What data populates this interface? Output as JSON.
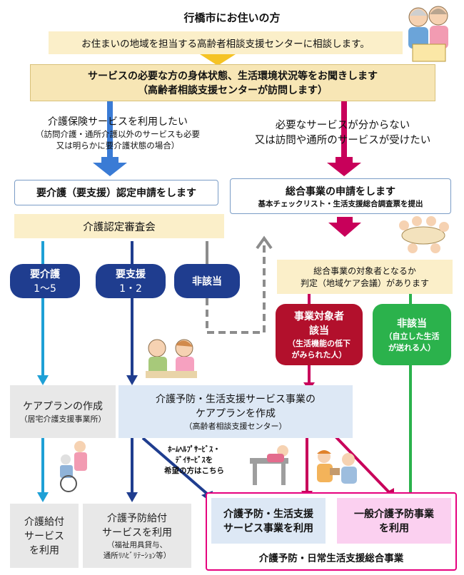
{
  "header": {
    "title": "行橋市にお住いの方",
    "consult": "お住まいの地域を担当する高齢者相談支援センターに相談します。"
  },
  "visit_box": {
    "line1": "サービスの必要な方の身体状態、生活環境状況等をお聞きします",
    "line2": "（高齢者相談支援センターが訪問します）"
  },
  "left_branch": {
    "title": "介護保険サービスを利用したい",
    "note1": "（訪問介護・通所介護以外のサービスも必要",
    "note2": "又は明らかに要介護状態の場合）"
  },
  "right_branch": {
    "line1": "必要なサービスが分からない",
    "line2": "又は訪問や通所のサービスが受けたい"
  },
  "nintei_box": {
    "label": "要介護（要支援）認定申請をします"
  },
  "shinsakai": {
    "label": "介護認定審査会"
  },
  "sougou_box": {
    "title": "総合事業の申請をします",
    "sub": "基本チェックリスト・生活支援総合調査票を提出"
  },
  "outcomes": {
    "yokaigo": {
      "line1": "要介護",
      "line2": "1～5"
    },
    "yoshien": {
      "line1": "要支援",
      "line2": "1・2"
    },
    "higaito": {
      "label": "非該当"
    }
  },
  "judge_box": {
    "line1": "総合事業の対象者となるか",
    "line2": "判定（地域ケア会議）があります"
  },
  "jigyo_taisho": {
    "line1": "事業対象者",
    "line2": "該当",
    "note1": "（生活機能の低下",
    "note2": "がみられた人）"
  },
  "higaito2": {
    "label": "非該当",
    "note1": "（自立した生活",
    "note2": "が送れる人）"
  },
  "careplan_left": {
    "title": "ケアプランの作成",
    "note": "（居宅介護支援事業所）"
  },
  "careplan_center": {
    "line1": "介護予防・生活支援サービス事業の",
    "line2": "ケアプランを作成",
    "note": "（高齢者相談支援センター）"
  },
  "home_help_note": {
    "line1": "ﾎｰﾑﾍﾙﾌﾟｻｰﾋﾞｽ・",
    "line2": "ﾃﾞｲｻｰﾋﾞｽを",
    "line3": "希望の方はこちら"
  },
  "final": {
    "kyufu": {
      "line1": "介護給付",
      "line2": "サービス",
      "line3": "を利用"
    },
    "yobo_kyufu": {
      "line1": "介護予防給付",
      "line2": "サービスを利用",
      "note1": "（福祉用具貸与、",
      "note2": "通所ﾘﾊﾋﾞﾘﾃｰｼｮﾝ等）"
    },
    "seikatsu": {
      "line1": "介護予防・生活支援",
      "line2": "サービス事業を利用"
    },
    "ippan": {
      "line1": "一般介護予防事業",
      "line2": "を利用"
    },
    "frame_label": "介護予防・日常生活支援総合事業"
  },
  "colors": {
    "light_blue": "#1ea0d6",
    "navy": "#1f3d8f",
    "grey": "#8c8c8c",
    "magenta": "#c8005a",
    "green": "#2bb24c",
    "crimson": "#b2102c",
    "pink_frame": "#e6007e"
  }
}
